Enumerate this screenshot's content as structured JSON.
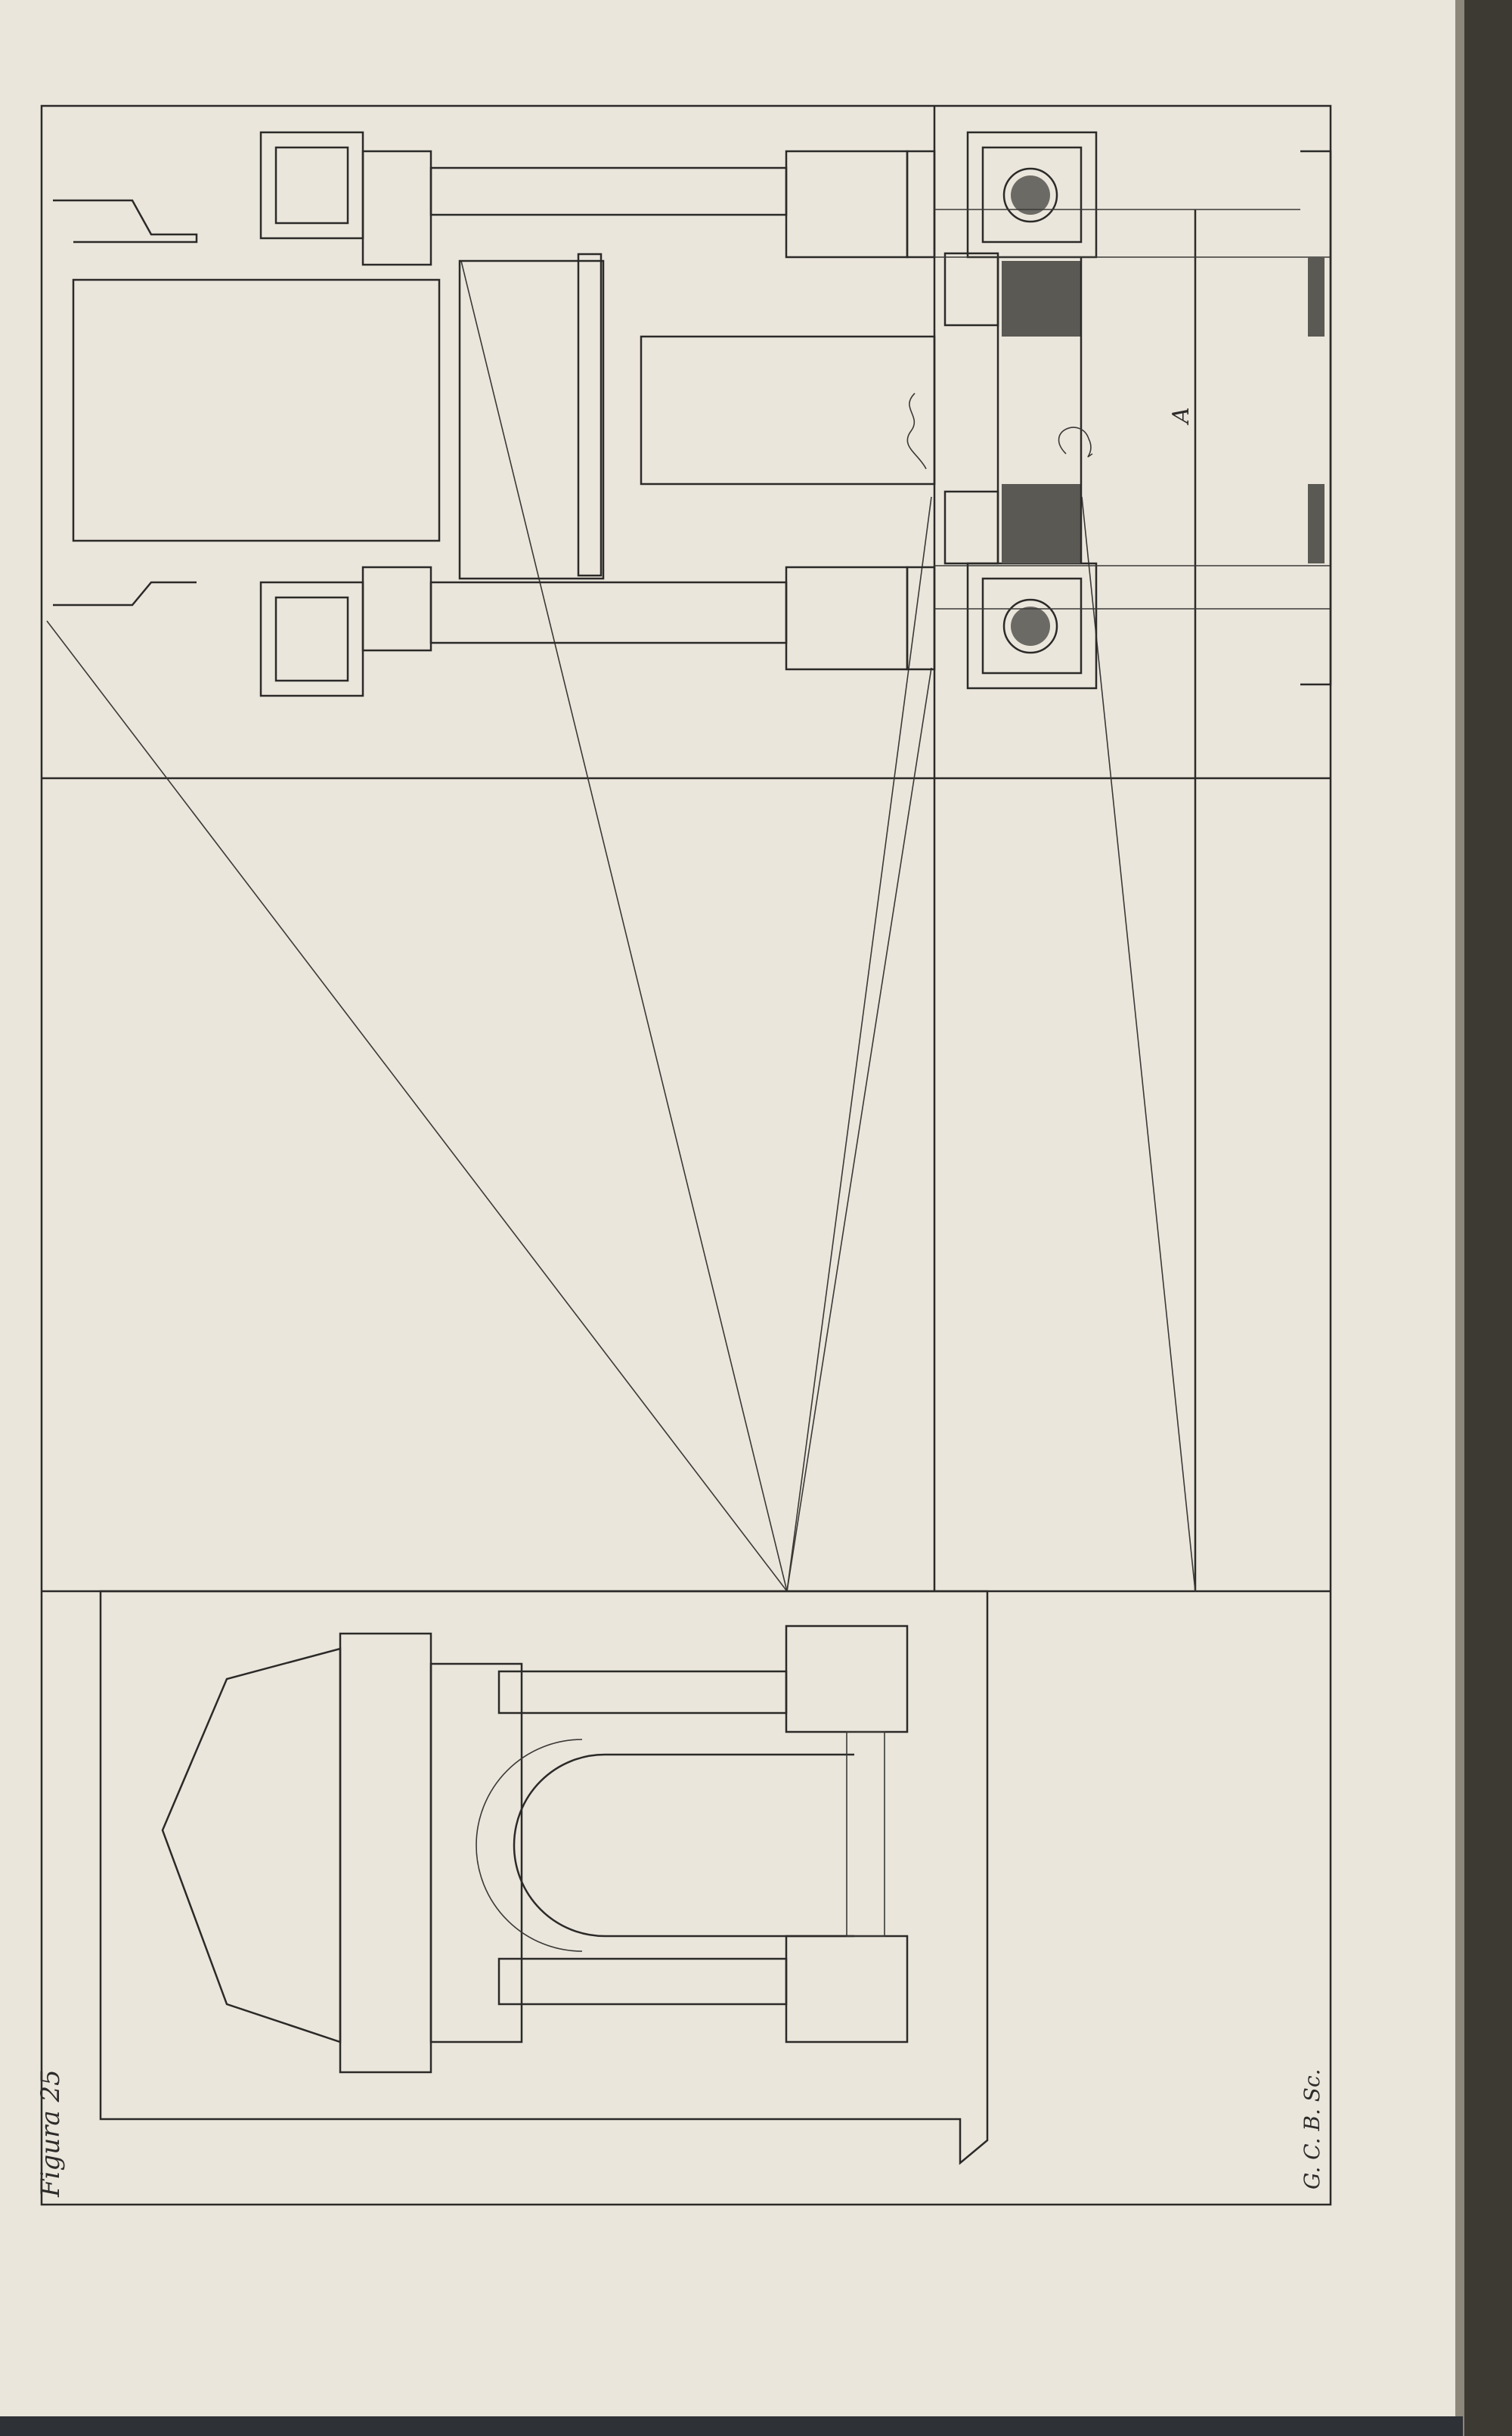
{
  "plate": {
    "figure_label": "Figura 25",
    "engraver_signature": "G. C. B. Sc.",
    "point_label": "A"
  },
  "colors": {
    "paper": "#ebe6dc",
    "ink": "#2b2a28",
    "binding": "#3d3a33"
  }
}
